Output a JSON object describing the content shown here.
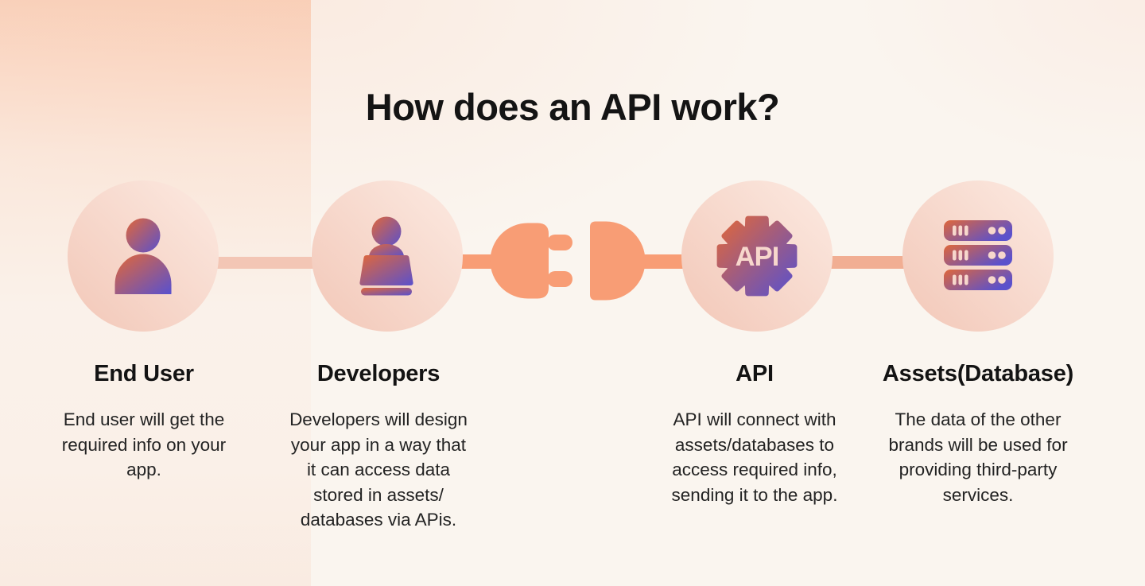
{
  "title": "How does an API work?",
  "steps": [
    {
      "title": "End User",
      "description": "End user will get the\nrequired info on your\napp.",
      "icon": "user-icon"
    },
    {
      "title": "Developers",
      "description": "Developers will design\nyour app in a way that\nit can access data\nstored in assets/\ndatabases via APis.",
      "icon": "developer-laptop-icon"
    },
    {
      "title": "API",
      "description": "API will connect with\nassets/databases to\naccess required info,\nsending it to the app.",
      "icon": "api-gear-icon",
      "gear_label": "API"
    },
    {
      "title": "Assets(Database)",
      "description": "The data of the other\nbrands will be used for\nproviding third-party\nservices.",
      "icon": "database-server-icon"
    }
  ],
  "connector_between": [
    "End User–Developers",
    "Developers–Plug",
    "Socket–API",
    "API–Assets(Database)"
  ],
  "colors": {
    "background": "#FAF5EF",
    "background_left_tint": "#F9C7AC",
    "circle_gradient_start": "#FBE7DE",
    "circle_gradient_end": "#F3CABB",
    "icon_gradient_start": "#E0673A",
    "icon_gradient_end": "#5B51CC",
    "plug": "#F89D75",
    "connector_light": "#F3C6B5",
    "connector_mid": "#F1AE93",
    "knockout_text": "#F7D7CC",
    "title_text": "#141414",
    "body_text": "#232323"
  }
}
